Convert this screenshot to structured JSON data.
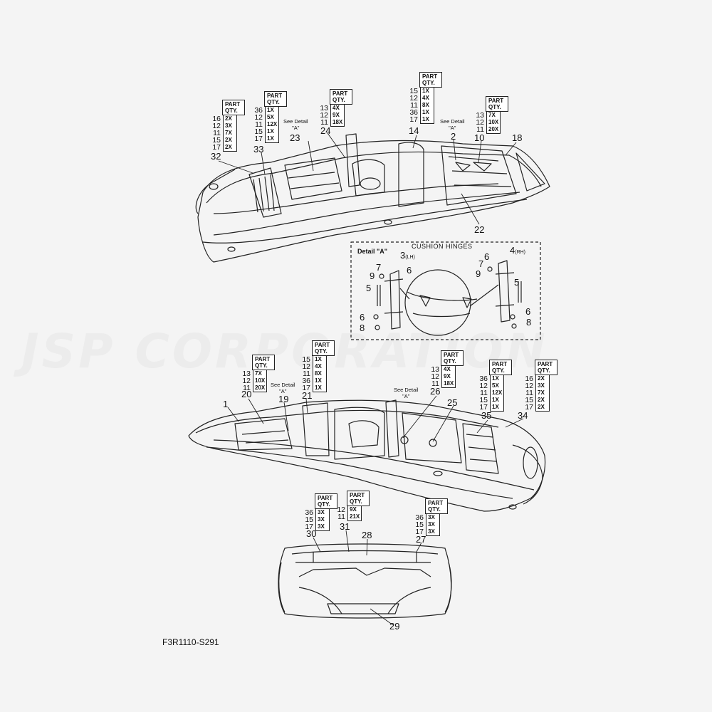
{
  "document": {
    "code": "F3R1110-S291"
  },
  "watermark": {
    "text": "JSP CORPORATION"
  },
  "labels": {
    "part": "PART",
    "qty": "QTY.",
    "see_detail_line1": "See Detail",
    "see_detail_line2": "\"A\""
  },
  "detail": {
    "title": "Detail \"A\"",
    "hinge_title": "CUSHION HINGES",
    "lh": "(LH)",
    "rh": "(RH)"
  },
  "qty_tables": [
    {
      "id": "t32",
      "rows": [
        [
          "16",
          "2X"
        ],
        [
          "12",
          "3X"
        ],
        [
          "11",
          "7X"
        ],
        [
          "15",
          "2X"
        ],
        [
          "17",
          "2X"
        ]
      ]
    },
    {
      "id": "t33",
      "rows": [
        [
          "36",
          "1X"
        ],
        [
          "12",
          "5X"
        ],
        [
          "11",
          "12X"
        ],
        [
          "15",
          "1X"
        ],
        [
          "17",
          "1X"
        ]
      ]
    },
    {
      "id": "t24",
      "rows": [
        [
          "13",
          "4X"
        ],
        [
          "12",
          "9X"
        ],
        [
          "11",
          "18X"
        ]
      ]
    },
    {
      "id": "t14",
      "rows": [
        [
          "15",
          "1X"
        ],
        [
          "12",
          "4X"
        ],
        [
          "11",
          "8X"
        ],
        [
          "36",
          "1X"
        ],
        [
          "17",
          "1X"
        ]
      ]
    },
    {
      "id": "t10",
      "rows": [
        [
          "13",
          "7X"
        ],
        [
          "12",
          "10X"
        ],
        [
          "11",
          "20X"
        ]
      ]
    },
    {
      "id": "t20",
      "rows": [
        [
          "13",
          "7X"
        ],
        [
          "12",
          "10X"
        ],
        [
          "11",
          "20X"
        ]
      ]
    },
    {
      "id": "t21",
      "rows": [
        [
          "15",
          "1X"
        ],
        [
          "12",
          "4X"
        ],
        [
          "11",
          "8X"
        ],
        [
          "36",
          "1X"
        ],
        [
          "17",
          "1X"
        ]
      ]
    },
    {
      "id": "t26",
      "rows": [
        [
          "13",
          "4X"
        ],
        [
          "12",
          "9X"
        ],
        [
          "11",
          "18X"
        ]
      ]
    },
    {
      "id": "t35",
      "rows": [
        [
          "36",
          "1X"
        ],
        [
          "12",
          "5X"
        ],
        [
          "11",
          "12X"
        ],
        [
          "15",
          "1X"
        ],
        [
          "17",
          "1X"
        ]
      ]
    },
    {
      "id": "t34",
      "rows": [
        [
          "16",
          "2X"
        ],
        [
          "12",
          "3X"
        ],
        [
          "11",
          "7X"
        ],
        [
          "15",
          "2X"
        ],
        [
          "17",
          "2X"
        ]
      ]
    },
    {
      "id": "t30",
      "rows": [
        [
          "36",
          "3X"
        ],
        [
          "15",
          "3X"
        ],
        [
          "17",
          "3X"
        ]
      ]
    },
    {
      "id": "t31",
      "rows": [
        [
          "12",
          "9X"
        ],
        [
          "11",
          "21X"
        ]
      ]
    },
    {
      "id": "t27",
      "rows": [
        [
          "36",
          "3X"
        ],
        [
          "15",
          "3X"
        ],
        [
          "17",
          "3X"
        ]
      ]
    }
  ],
  "callouts": {
    "c32": "32",
    "c33": "33",
    "c23": "23",
    "c24": "24",
    "c14": "14",
    "c2": "2",
    "c10": "10",
    "c18": "18",
    "c22": "22",
    "c3": "3",
    "c4": "4",
    "c7a": "7",
    "c7b": "7",
    "c9a": "9",
    "c9b": "9",
    "c6a": "6",
    "c6b": "6",
    "c6c": "6",
    "c6d": "6",
    "c5a": "5",
    "c5b": "5",
    "c8a": "8",
    "c8b": "8",
    "c1": "1",
    "c20": "20",
    "c19": "19",
    "c21": "21",
    "c26": "26",
    "c25": "25",
    "c35": "35",
    "c34": "34",
    "c30": "30",
    "c31": "31",
    "c28": "28",
    "c27": "27",
    "c29": "29"
  }
}
